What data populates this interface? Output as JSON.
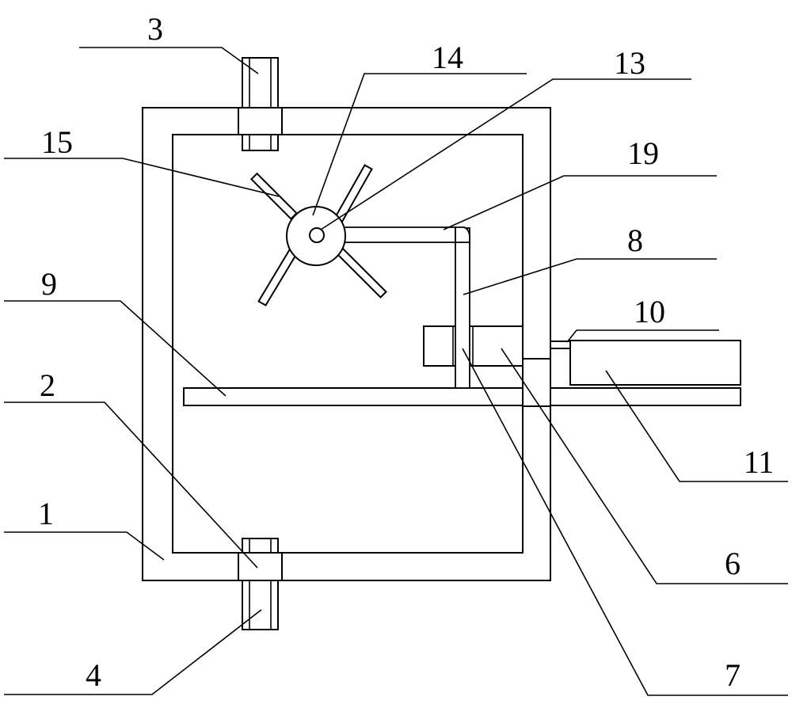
{
  "callouts": {
    "c1": "1",
    "c2": "2",
    "c3": "3",
    "c4": "4",
    "c6": "6",
    "c7": "7",
    "c8": "8",
    "c9": "9",
    "c10": "10",
    "c11": "11",
    "c13": "13",
    "c14": "14",
    "c15": "15",
    "c19": "19"
  },
  "colors": {
    "line": "#000000",
    "background": "#ffffff"
  }
}
